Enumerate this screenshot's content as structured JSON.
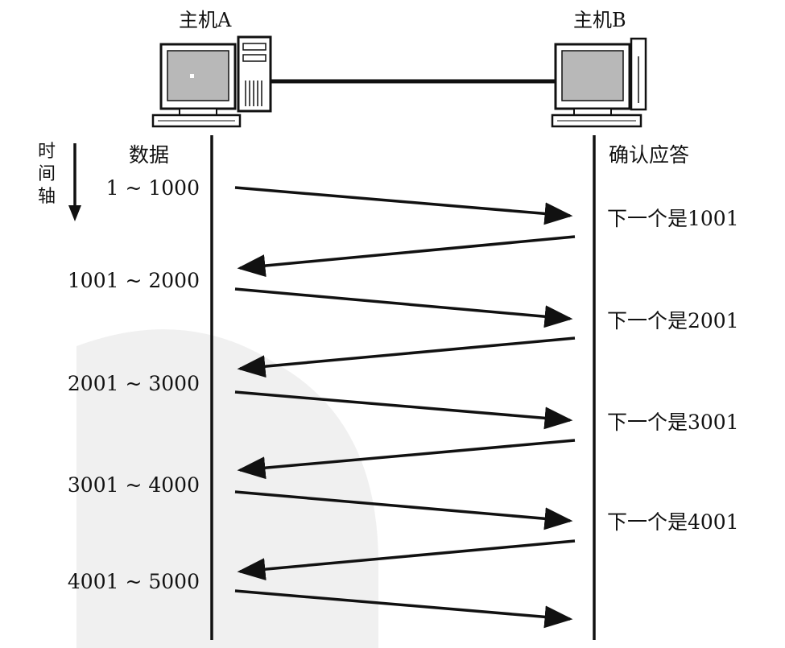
{
  "hosts": {
    "a_label": "主机A",
    "b_label": "主机B"
  },
  "time_axis": {
    "label": "时间轴",
    "chars": [
      "时",
      "间",
      "轴"
    ]
  },
  "columns": {
    "data_header": "数据",
    "ack_header": "确认应答"
  },
  "segments": [
    "1 ~ 1000",
    "1001 ~ 2000",
    "2001 ~ 3000",
    "3001 ~ 4000",
    "4001 ~ 5000"
  ],
  "acks": [
    "下一个是1001",
    "下一个是2001",
    "下一个是3001",
    "下一个是4001"
  ],
  "colors": {
    "ink": "#111111",
    "watermark": "#e4e4e4",
    "screen": "#b8b8b8"
  }
}
